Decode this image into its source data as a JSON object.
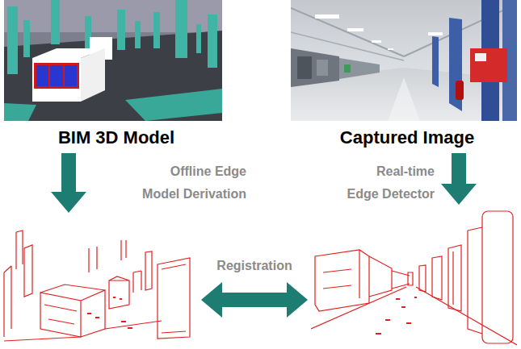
{
  "diagram": {
    "nodes": [
      {
        "text": [
          "BIM 3D Model"
        ]
      },
      {
        "text": [
          "Captured Image"
        ]
      },
      {
        "text": []
      },
      {
        "text": []
      }
    ],
    "edges": [
      {
        "from": 0,
        "to": 2,
        "arrow": "to",
        "label": "Offline Edge Model Derivation"
      },
      {
        "from": 1,
        "to": 3,
        "arrow": "to",
        "label": "Real-time Edge Detector"
      },
      {
        "from": 2,
        "to": 3,
        "arrow": "both",
        "label": "Registration"
      }
    ]
  }
}
